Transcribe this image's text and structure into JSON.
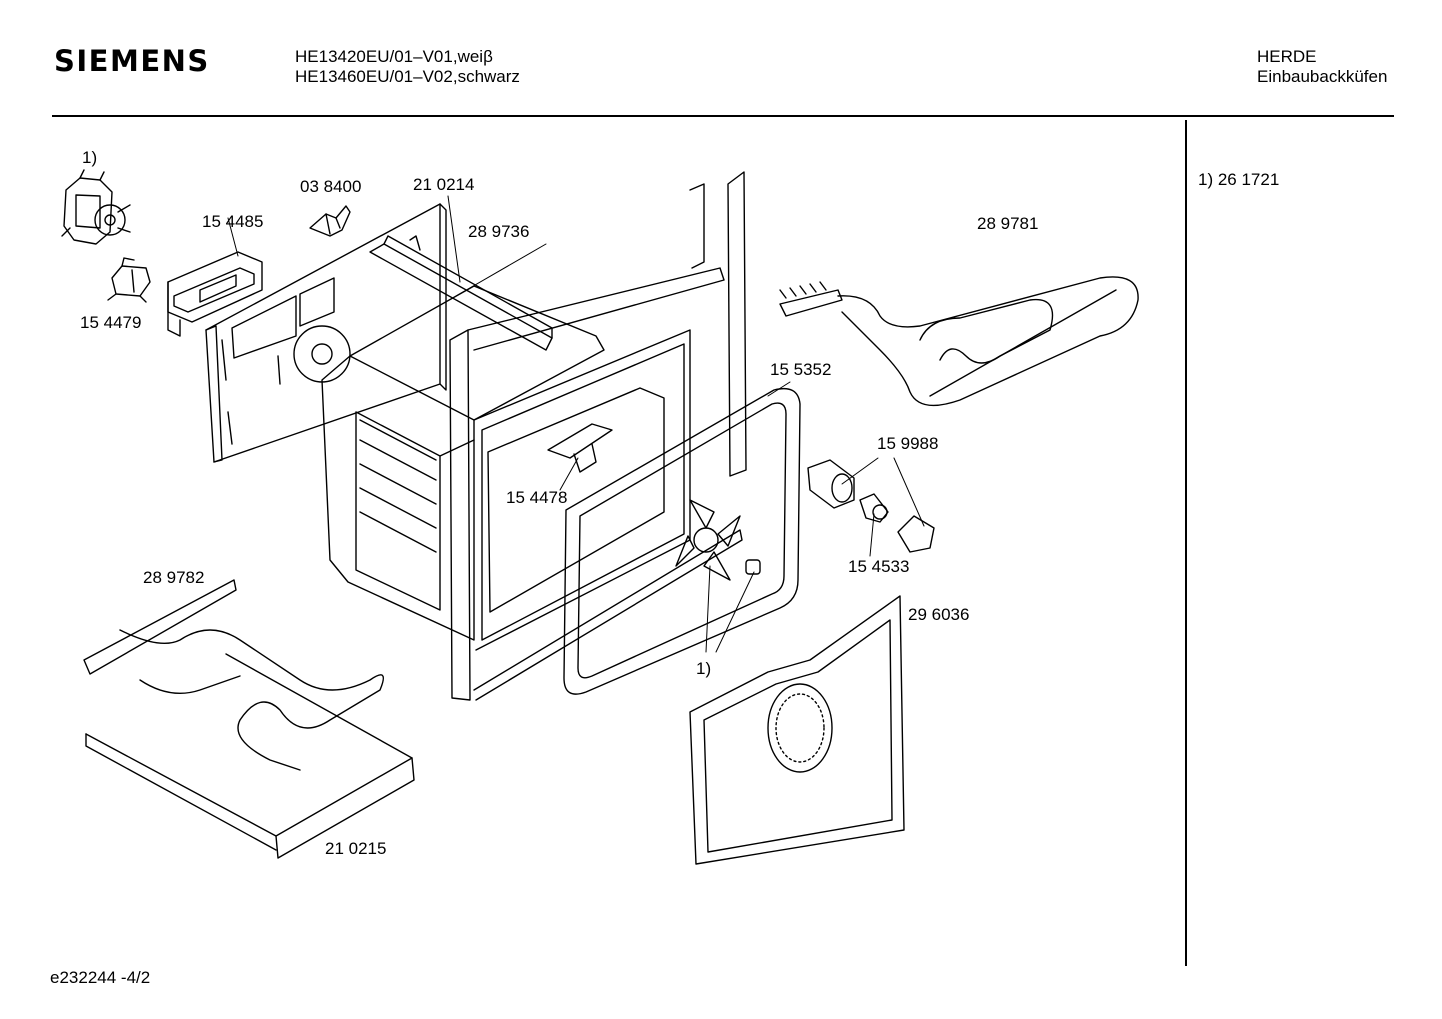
{
  "header": {
    "brand": "SIEMENS",
    "models": [
      "HE13420EU/01–V01,weiβ",
      "HE13460EU/01–V02,schwarz"
    ],
    "category": [
      "HERDE",
      "Einbaubackküfen"
    ]
  },
  "footnote": "1) 26 1721",
  "footer": "e232244   -4/2",
  "callouts": {
    "c_fn_top": "1)",
    "c_038400": "03 8400",
    "c_210214": "21 0214",
    "c_154485": "15 4485",
    "c_289736": "28 9736",
    "c_154479": "15 4479",
    "c_289781": "28 9781",
    "c_155352": "15 5352",
    "c_159988": "15 9988",
    "c_154478": "15 4478",
    "c_154533": "15 4533",
    "c_289782": "28 9782",
    "c_296036": "29 6036",
    "c_fn_bottom": "1)",
    "c_210215": "21 0215"
  }
}
